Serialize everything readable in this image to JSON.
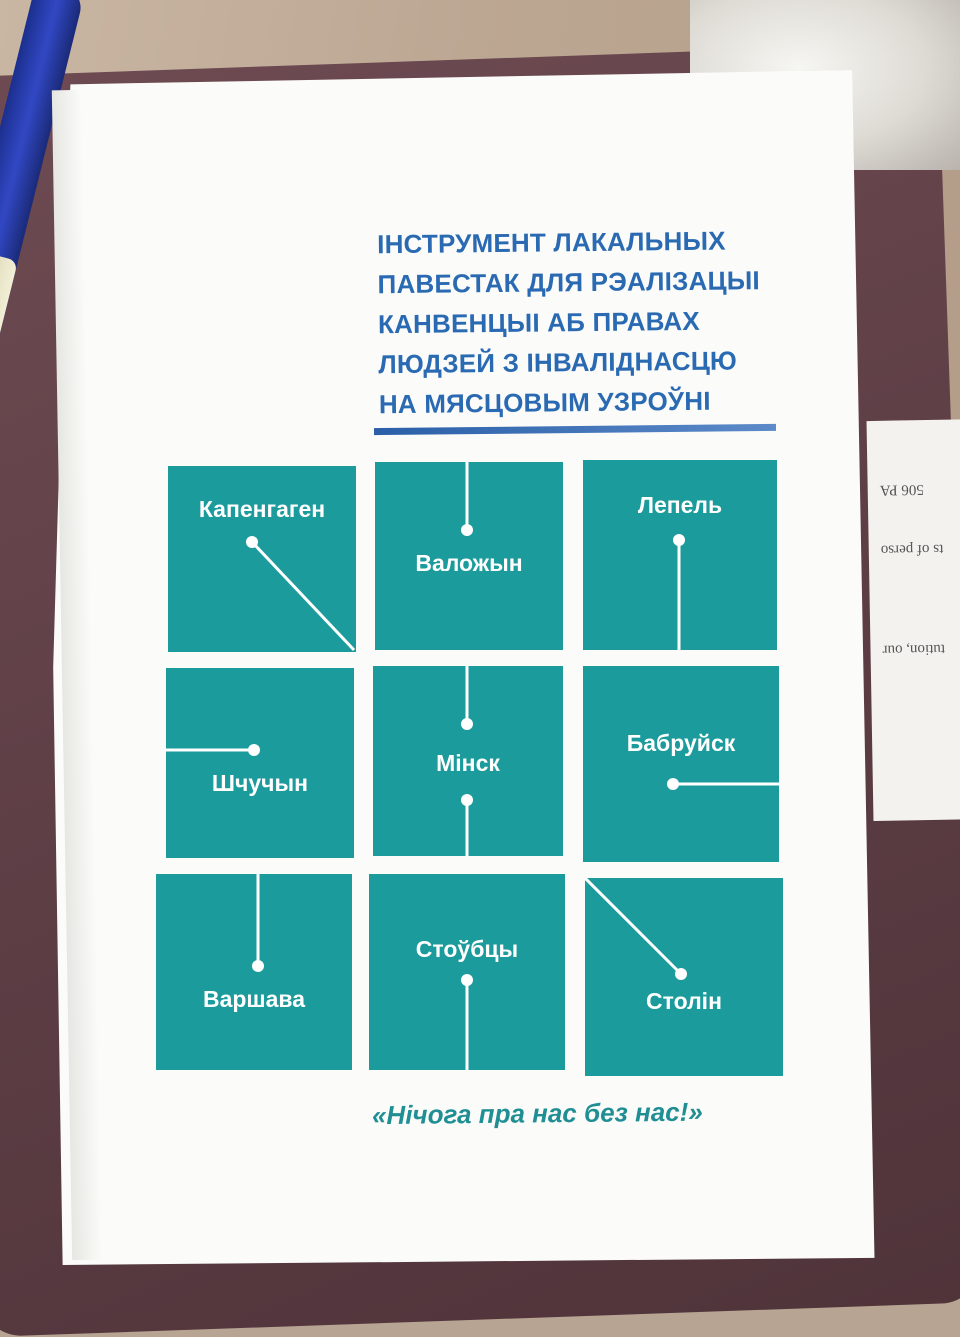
{
  "background": {
    "paper_text": [
      "506 PA",
      "ts of perso",
      "tution, our"
    ]
  },
  "booklet": {
    "title_lines": [
      "ІНСТРУМЕНТ ЛАКАЛЬНЫХ",
      "ПАВЕСТАК ДЛЯ РЭАЛІЗАЦЫІ",
      "КАНВЕНЦЫІ АБ ПРАВАХ",
      "ЛЮДЗЕЙ З ІНВАЛІДНАСЦЮ",
      "НА МЯСЦОВЫМ УЗРОЎНІ"
    ],
    "tiles": [
      "Капенгаген",
      "Валожын",
      "Лепель",
      "Шчучын",
      "Мінск",
      "Бабруйск",
      "Варшава",
      "Стоўбцы",
      "Столін"
    ],
    "motto": "«Нічога пра нас без нас!»"
  },
  "colors": {
    "title_blue": "#2a6ab2",
    "tile_teal": "#1b9b9c",
    "motto_teal": "#1f8f94",
    "cover_white": "#fbfbf9"
  }
}
